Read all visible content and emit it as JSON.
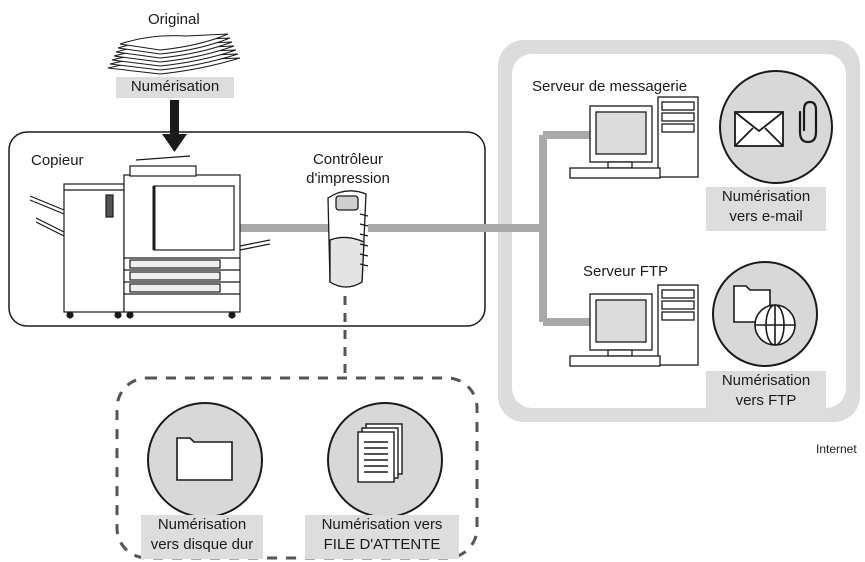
{
  "labels": {
    "original": "Original",
    "scan": "Numérisation",
    "copier": "Copieur",
    "controller_line1": "Contrôleur",
    "controller_line2": "d'impression",
    "mail_server": "Serveur de messagerie",
    "ftp_server": "Serveur FTP",
    "internet": "Internet"
  },
  "destinations": {
    "email": {
      "line1": "Numérisation",
      "line2": "vers e-mail"
    },
    "ftp": {
      "line1": "Numérisation",
      "line2": "vers FTP"
    },
    "hdd": {
      "line1": "Numérisation",
      "line2": "vers disque dur"
    },
    "queue": {
      "line1": "Numérisation vers",
      "line2": "FILE D'ATTENTE"
    }
  },
  "icons": {
    "paper_stack": "paper-stack-icon",
    "arrow": "arrow-down-icon",
    "copier": "copier-machine-icon",
    "controller": "print-controller-icon",
    "computer": "desktop-computer-icon",
    "email": "envelope-icon",
    "attachment": "paperclip-icon",
    "folder": "folder-icon",
    "globe": "globe-icon",
    "documents": "documents-icon"
  },
  "colors": {
    "line": "#a9a9a9",
    "frame": "#1a1a1a",
    "panel": "#dcdcdc",
    "label_box": "#dddddd",
    "circle": "#d8d8d8"
  }
}
